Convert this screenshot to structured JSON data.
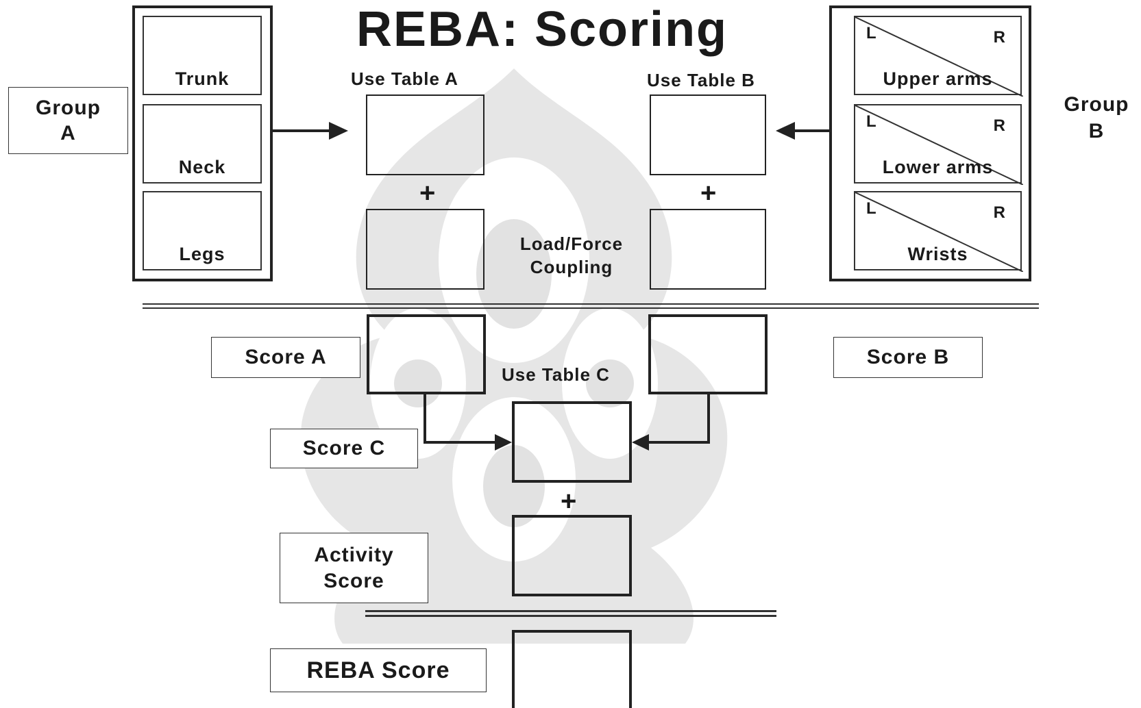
{
  "title": "REBA: Scoring",
  "group_a": {
    "label_line1": "Group",
    "label_line2": "A",
    "parts": [
      "Trunk",
      "Neck",
      "Legs"
    ],
    "table_label": "Use Table A"
  },
  "group_b": {
    "label_line1": "Group",
    "label_line2": "B",
    "parts": [
      "Upper arms",
      "Lower arms",
      "Wrists"
    ],
    "side_left": "L",
    "side_right": "R",
    "table_label": "Use Table B"
  },
  "plus": "+",
  "load_force_line1": "Load/Force",
  "load_force_line2": "Coupling",
  "score_a": "Score A",
  "score_b": "Score B",
  "table_c_label": "Use Table C",
  "score_c": "Score C",
  "activity_line1": "Activity",
  "activity_line2": "Score",
  "reba_score": "REBA Score",
  "colors": {
    "line": "#222222",
    "watermark": "#d9d9d9"
  }
}
